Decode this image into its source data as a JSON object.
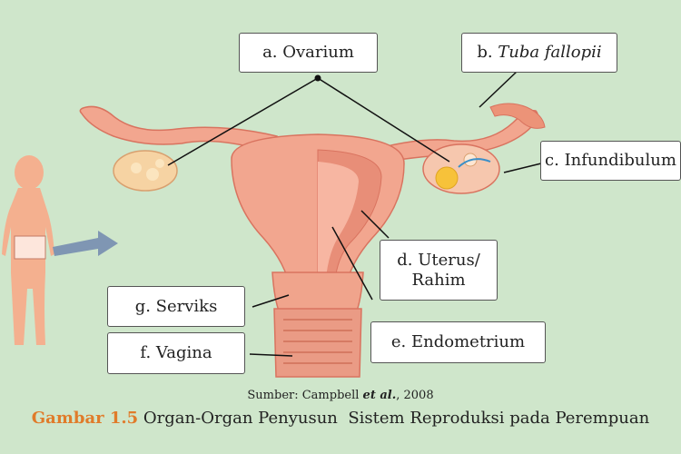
{
  "labels": {
    "ovarium": "a. Ovarium",
    "tuba_prefix": "b. ",
    "tuba_name": "Tuba fallopii",
    "infundibulum": "c. Infundibulum",
    "uterus_line1": "d. Uterus/",
    "uterus_line2": "Rahim",
    "endometrium": "e. Endometrium",
    "vagina": "f. Vagina",
    "serviks": "g. Serviks"
  },
  "source": {
    "prefix": "Sumber: Campbell ",
    "italic": "et al.",
    "suffix": ", 2008"
  },
  "caption": {
    "number": "Gambar 1.5",
    "text": " Organ-Organ Penyusun  Sistem Reproduksi pada Perempuan"
  },
  "colors": {
    "background": "#cfe6cb",
    "tissue": "#f2a68f",
    "tissue_dark": "#d9735f",
    "caption_accent": "#e07b2a"
  }
}
